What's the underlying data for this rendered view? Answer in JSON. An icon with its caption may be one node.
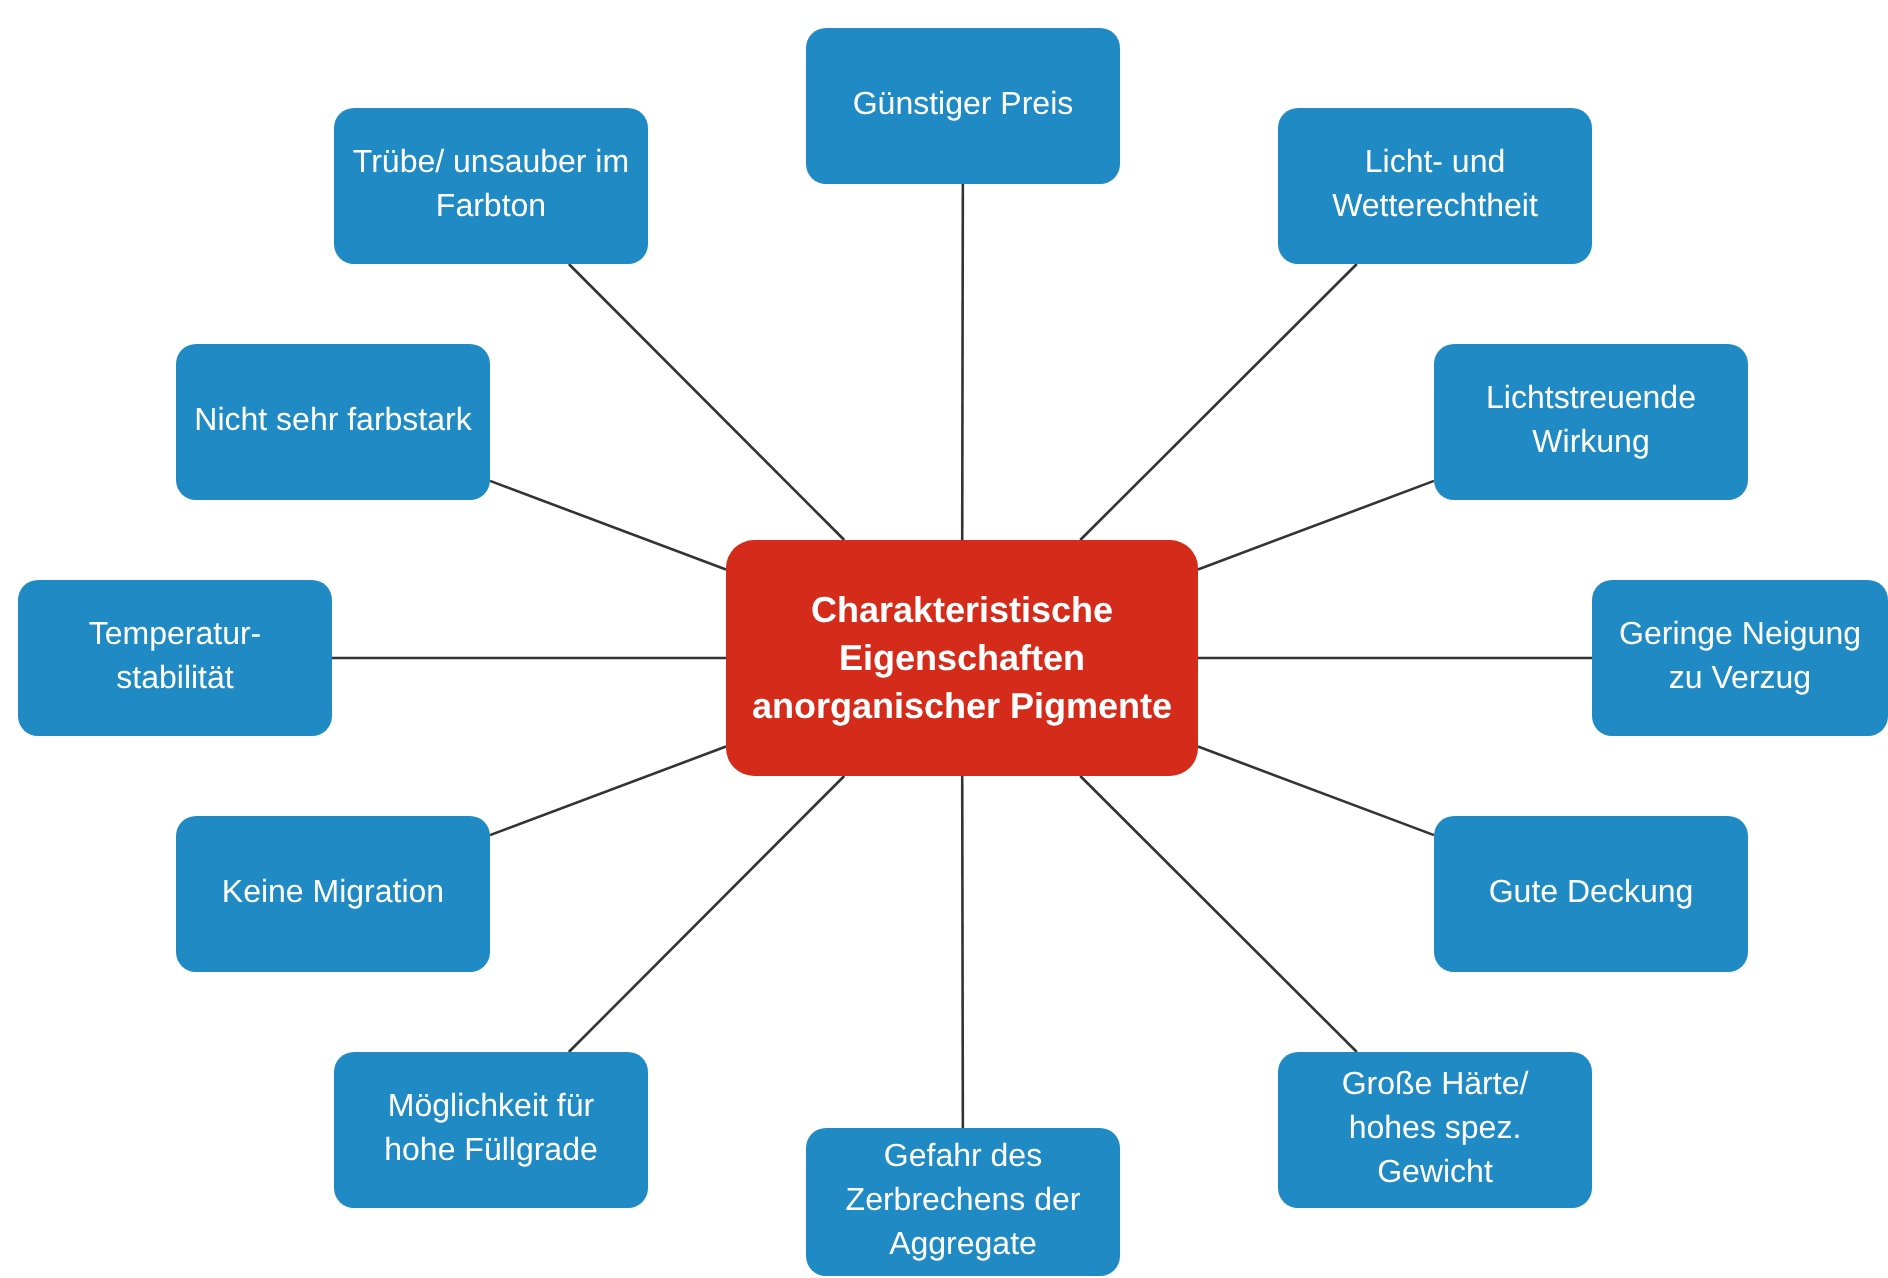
{
  "diagram": {
    "nodes": [
      {
        "text": [
          "Charakteristische Eigenschaften anorganischer Pigmente"
        ]
      },
      {
        "text": [
          "Günstiger Preis"
        ]
      },
      {
        "text": [
          "Licht- und Wetterechtheit"
        ]
      },
      {
        "text": [
          "Lichtstreuende Wirkung"
        ]
      },
      {
        "text": [
          "Geringe Neigung zu Verzug"
        ]
      },
      {
        "text": [
          "Gute Deckung"
        ]
      },
      {
        "text": [
          "Große Härte/ hohes spez. Gewicht"
        ]
      },
      {
        "text": [
          "Gefahr des Zerbrechens der Aggregate"
        ]
      },
      {
        "text": [
          "Möglichkeit für hohe Füllgrade"
        ]
      },
      {
        "text": [
          "Keine Migration"
        ]
      },
      {
        "text": [
          "Temperatur- stabilität"
        ]
      },
      {
        "text": [
          "Nicht sehr farbstark"
        ]
      },
      {
        "text": [
          "Trübe/ unsauber im Farbton"
        ]
      }
    ],
    "edges": [
      {
        "from": 0,
        "to": 1,
        "arrow": "none"
      },
      {
        "from": 0,
        "to": 2,
        "arrow": "none"
      },
      {
        "from": 0,
        "to": 3,
        "arrow": "none"
      },
      {
        "from": 0,
        "to": 4,
        "arrow": "none"
      },
      {
        "from": 0,
        "to": 5,
        "arrow": "none"
      },
      {
        "from": 0,
        "to": 6,
        "arrow": "none"
      },
      {
        "from": 0,
        "to": 7,
        "arrow": "none"
      },
      {
        "from": 0,
        "to": 8,
        "arrow": "none"
      },
      {
        "from": 0,
        "to": 9,
        "arrow": "none"
      },
      {
        "from": 0,
        "to": 10,
        "arrow": "none"
      },
      {
        "from": 0,
        "to": 11,
        "arrow": "none"
      },
      {
        "from": 0,
        "to": 12,
        "arrow": "none"
      }
    ]
  }
}
